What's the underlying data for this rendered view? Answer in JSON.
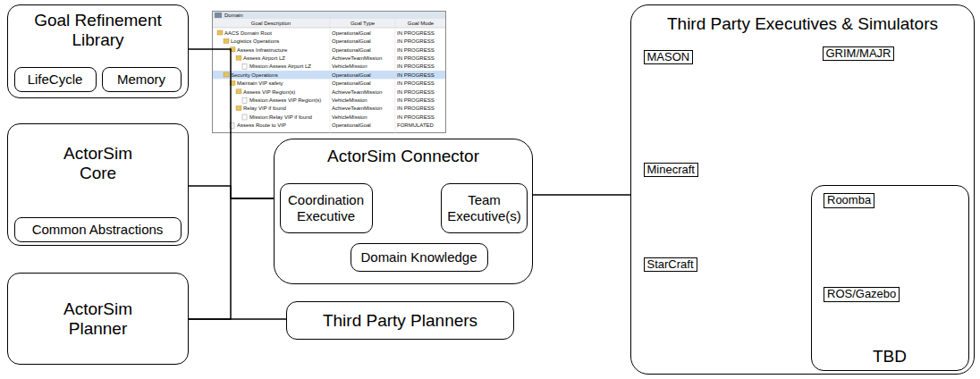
{
  "diagram": {
    "nodes": [
      {
        "text": [
          "Goal Refinement Library"
        ]
      },
      {
        "text": [
          "LifeCycle"
        ],
        "in": 0
      },
      {
        "text": [
          "Memory"
        ],
        "in": 0
      },
      {
        "text": [
          "ActorSim Core"
        ]
      },
      {
        "text": [
          "Common Abstractions"
        ],
        "in": 3
      },
      {
        "text": [
          "ActorSim Planner"
        ]
      },
      {
        "text": [
          "ActorSim Connector"
        ]
      },
      {
        "text": [
          "Coordination Executive"
        ],
        "in": 6
      },
      {
        "text": [
          "Team Executive(s)"
        ],
        "in": 6
      },
      {
        "text": [
          "Domain Knowledge"
        ],
        "in": 6
      },
      {
        "text": [
          "Third Party Planners"
        ]
      },
      {
        "text": [
          "Third Party Executives & Simulators"
        ]
      },
      {
        "text": [
          "MASON"
        ],
        "in": 11
      },
      {
        "text": [
          "GRIM/MAJR"
        ],
        "in": 11
      },
      {
        "text": [
          "Minecraft"
        ],
        "in": 11
      },
      {
        "text": [
          "StarCraft"
        ],
        "in": 11
      },
      {
        "text": [
          "TBD"
        ],
        "in": 11
      },
      {
        "text": [
          "Roomba"
        ],
        "in": 16
      },
      {
        "text": [
          "ROS/Gazebo"
        ],
        "in": 16
      }
    ],
    "edges": [
      {
        "from": 0,
        "to": 6,
        "arrow": "none"
      },
      {
        "from": 3,
        "to": 6,
        "arrow": "none"
      },
      {
        "from": 5,
        "to": 6,
        "arrow": "none"
      },
      {
        "from": 5,
        "to": 10,
        "arrow": "none"
      },
      {
        "from": 6,
        "to": 11,
        "arrow": "none"
      }
    ],
    "labels": [
      "Domain",
      "Goal Description",
      "Goal Type",
      "Goal Mode",
      "AACS Domain Root",
      "OperationalGoal",
      "IN PROGRESS",
      "Logistics Operations",
      "OperationalGoal",
      "IN PROGRESS",
      "Assess Infrastructure",
      "OperationalGoal",
      "IN PROGRESS",
      "Assess Airport LZ",
      "AchieveTeamMission",
      "IN PROGRESS",
      "Mission:Assess Airport LZ",
      "VehicleMission",
      "IN PROGRESS",
      "Security Operations",
      "OperationalGoal",
      "IN PROGRESS",
      "Maintain VIP safety",
      "OperationalGoal",
      "IN PROGRESS",
      "Assess VIP Region(s)",
      "AchieveTeamMission",
      "IN PROGRESS",
      "Mission:Assess VIP Region(s)",
      "VehicleMission",
      "IN PROGRESS",
      "Relay VIP if found",
      "AchieveTeamMission",
      "IN PROGRESS",
      "Mission:Relay VIP if found",
      "VehicleMission",
      "IN PROGRESS",
      "Assess Route to VIP",
      "OperationalGoal",
      "FORMULATED"
    ]
  }
}
